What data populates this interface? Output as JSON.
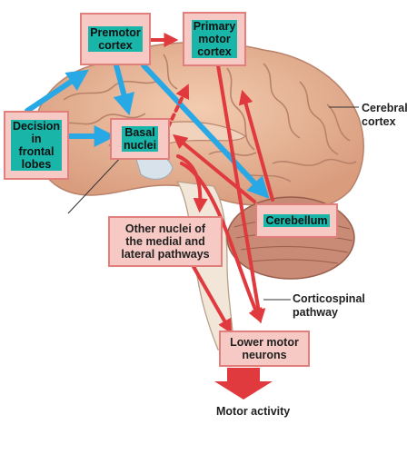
{
  "labels": {
    "premotor": "Premotor\ncortex",
    "primary_motor": "Primary\nmotor\ncortex",
    "decision": "Decision\nin\nfrontal\nlobes",
    "basal": "Basal\nnuclei",
    "cerebellum": "Cerebellum",
    "other_nuclei": "Other nuclei of\nthe medial and\nlateral pathways",
    "lower_motor": "Lower motor\nneurons",
    "cerebral_cortex": "Cerebral\ncortex",
    "corticospinal": "Corticospinal\npathway",
    "motor_activity": "Motor activity"
  },
  "colors": {
    "box_fill": "#f6c9c4",
    "box_border": "#e07f7b",
    "highlight": "#18b5a8",
    "red_arrow": "#e0393e",
    "blue_arrow": "#29a8e6",
    "brain": "#e9b99a",
    "gyri_lines": "#b9826a"
  }
}
